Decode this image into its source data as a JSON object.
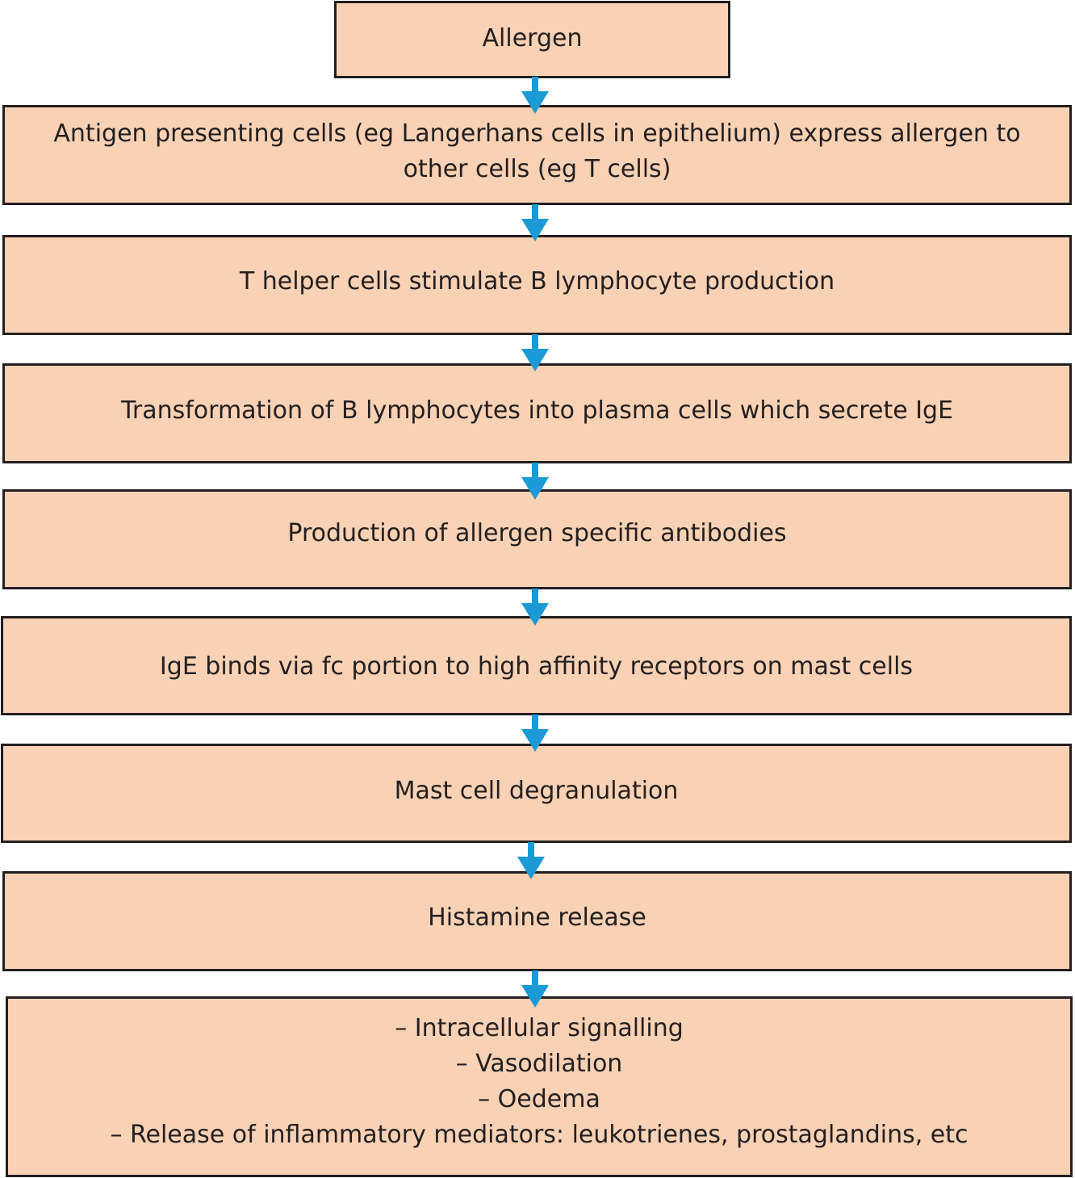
{
  "flowchart": {
    "boxes": [
      {
        "lines": [
          "Allergen"
        ]
      },
      {
        "lines": [
          "Antigen presenting cells (eg Langerhans cells in epithelium) express allergen to",
          "other cells (eg T cells)"
        ]
      },
      {
        "lines": [
          "T helper cells stimulate B lymphocyte production"
        ]
      },
      {
        "lines": [
          "Transformation of B lymphocytes into plasma cells which secrete IgE"
        ]
      },
      {
        "lines": [
          "Production of allergen specific antibodies"
        ]
      },
      {
        "lines": [
          "IgE binds via fc portion to high affinity receptors on mast cells"
        ]
      },
      {
        "lines": [
          "Mast cell degranulation"
        ]
      },
      {
        "lines": [
          "Histamine release"
        ]
      },
      {
        "lines": [
          "– Intracellular signalling",
          "– Vasodilation",
          "– Oedema",
          "– Release of inflammatory mediators: leukotrienes, prostaglandins, etc"
        ]
      }
    ],
    "colors": {
      "box_fill": "#f9d1b5",
      "box_border": "#231f20",
      "arrow": "#1b9ad6",
      "text": "#231f20"
    },
    "arrow_icon": "down-arrow-icon"
  }
}
